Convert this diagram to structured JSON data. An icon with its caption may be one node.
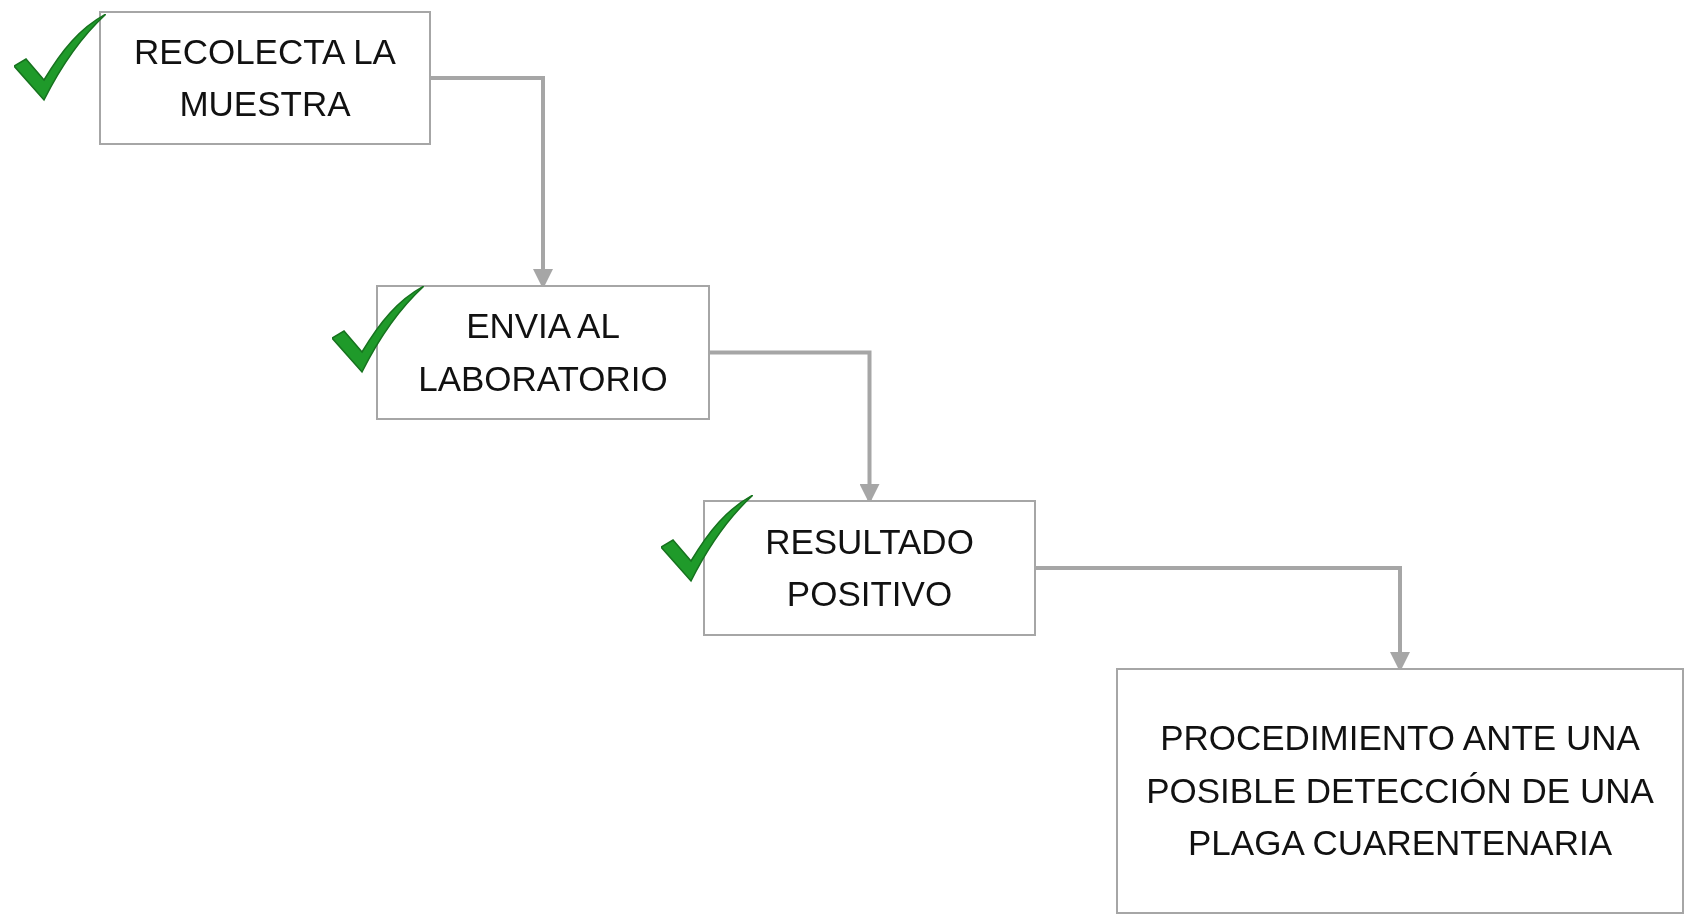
{
  "diagram": {
    "nodes": [
      {
        "text": [
          "RECOLECTA LA MUESTRA"
        ]
      },
      {
        "text": [
          "ENVIA AL LABORATORIO"
        ]
      },
      {
        "text": [
          "RESULTADO POSITIVO"
        ]
      },
      {
        "text": [
          "PROCEDIMIENTO ANTE UNA POSIBLE DETECCIÓN DE UNA PLAGA CUARENTENARIA"
        ]
      }
    ],
    "edges": [
      {
        "from": 0,
        "to": 1,
        "arrow": "to"
      },
      {
        "from": 1,
        "to": 2,
        "arrow": "to"
      },
      {
        "from": 2,
        "to": 3,
        "arrow": "to"
      }
    ]
  }
}
